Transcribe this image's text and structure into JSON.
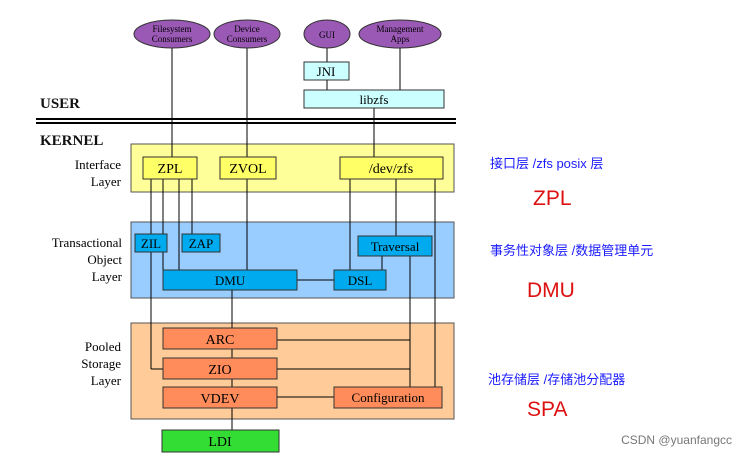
{
  "consumers": [
    {
      "line1": "Filesystem",
      "line2": "Consumers"
    },
    {
      "line1": "Device",
      "line2": "Consumers"
    },
    {
      "line1": "GUI",
      "line2": ""
    },
    {
      "line1": "Management",
      "line2": "Apps"
    }
  ],
  "user_label": "USER",
  "kernel_label": "KERNEL",
  "userland": {
    "jni": "JNI",
    "libzfs": "libzfs"
  },
  "layers": {
    "interface": {
      "line1": "Interface",
      "line2": "Layer",
      "line3": ""
    },
    "transactional": {
      "line1": "Transactional",
      "line2": "Object",
      "line3": "Layer"
    },
    "pooled": {
      "line1": "Pooled",
      "line2": "Storage",
      "line3": "Layer"
    }
  },
  "components": {
    "zpl": "ZPL",
    "zvol": "ZVOL",
    "devzfs": "/dev/zfs",
    "zil": "ZIL",
    "zap": "ZAP",
    "traversal": "Traversal",
    "dmu": "DMU",
    "dsl": "DSL",
    "arc": "ARC",
    "zio": "ZIO",
    "vdev": "VDEV",
    "configuration": "Configuration",
    "ldi": "LDI"
  },
  "annotations": [
    {
      "desc": "接口层 /zfs posix 层",
      "abbr": "ZPL"
    },
    {
      "desc": "事务性对象层 /数据管理单元",
      "abbr": "DMU"
    },
    {
      "desc": "池存储层 /存储池分配器",
      "abbr": "SPA"
    }
  ],
  "watermark": "CSDN @yuanfangcc",
  "colors": {
    "consumer_fill": "#9b59b6",
    "interface_fill": "#ffff99",
    "interface_box": "#ffff66",
    "transactional_fill": "#99ccff",
    "component_blue": "#00aaee",
    "pooled_fill": "#ffcc99",
    "component_orange": "#ff8c5a",
    "userland_fill": "#ccffff",
    "ldi_fill": "#33dd33",
    "annotation_text": "#1a1aff",
    "abbr_text": "#dd1111"
  }
}
